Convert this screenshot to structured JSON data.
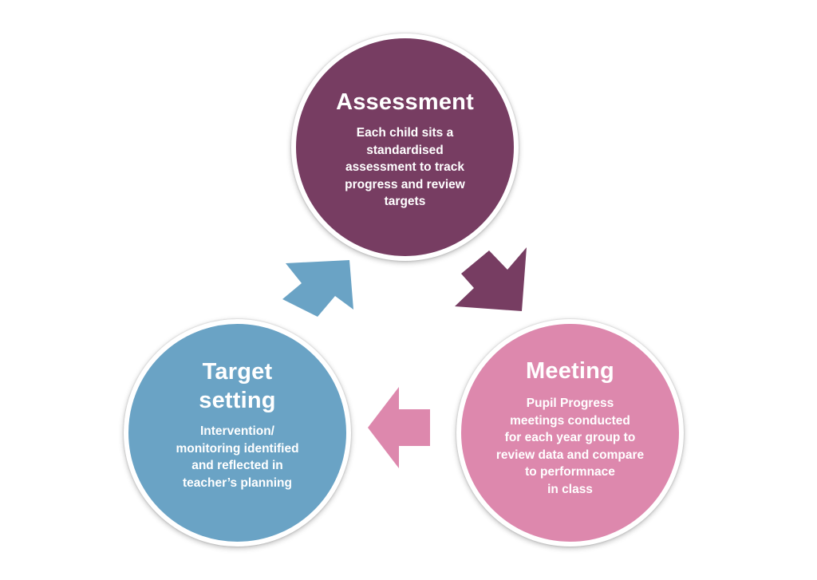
{
  "colors": {
    "assessment": "#773d62",
    "meeting": "#dd88ad",
    "target_setting": "#6aa3c5"
  },
  "cycle": {
    "assessment": {
      "title": "Assessment",
      "description": "Each child sits a\nstandardised\nassessment to track\nprogress and review\ntargets"
    },
    "meeting": {
      "title": "Meeting",
      "description": "Pupil Progress\nmeetings conducted\nfor each year group to\nreview data and compare\nto performnace\nin class"
    },
    "target_setting": {
      "title": "Target\nsetting",
      "description": "Intervention/\nmonitoring identified\nand reflected in\nteacher’s planning"
    }
  },
  "arrows": [
    {
      "from": "assessment",
      "to": "meeting",
      "direction": "down-right",
      "color": "#773d62"
    },
    {
      "from": "meeting",
      "to": "target_setting",
      "direction": "left",
      "color": "#dd88ad"
    },
    {
      "from": "target_setting",
      "to": "assessment",
      "direction": "up-right",
      "color": "#6aa3c5"
    }
  ]
}
